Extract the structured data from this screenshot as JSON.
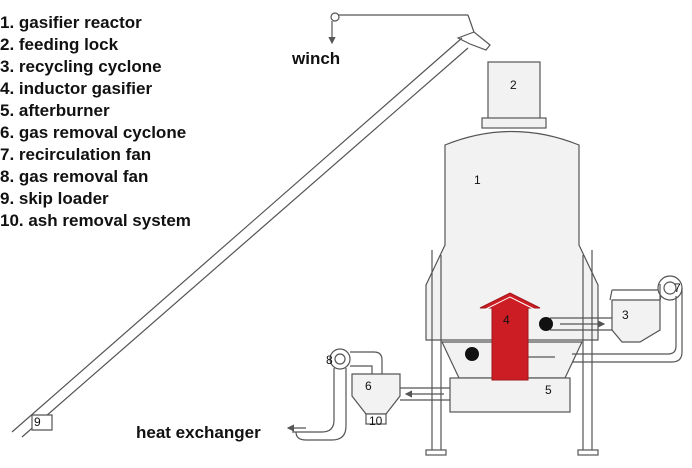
{
  "legend": [
    "1. gasifier reactor",
    "2. feeding lock",
    "3. recycling cyclone",
    "4. inductor gasifier",
    "5. afterburner",
    "6. gas removal cyclone",
    "7. recirculation fan",
    "8. gas removal fan",
    "9. skip loader",
    "10. ash removal system"
  ],
  "labels": {
    "winch": "winch",
    "heat_exchanger": "heat exchanger",
    "n1": "1",
    "n2": "2",
    "n3": "3",
    "n4": "4",
    "n5": "5",
    "n6": "6",
    "n7": "7",
    "n8": "8",
    "n9": "9",
    "n10": "10"
  },
  "colors": {
    "line": "#555555",
    "fill": "#f2f2f2",
    "inductor": "#cc1d24",
    "dot": "#111111"
  }
}
